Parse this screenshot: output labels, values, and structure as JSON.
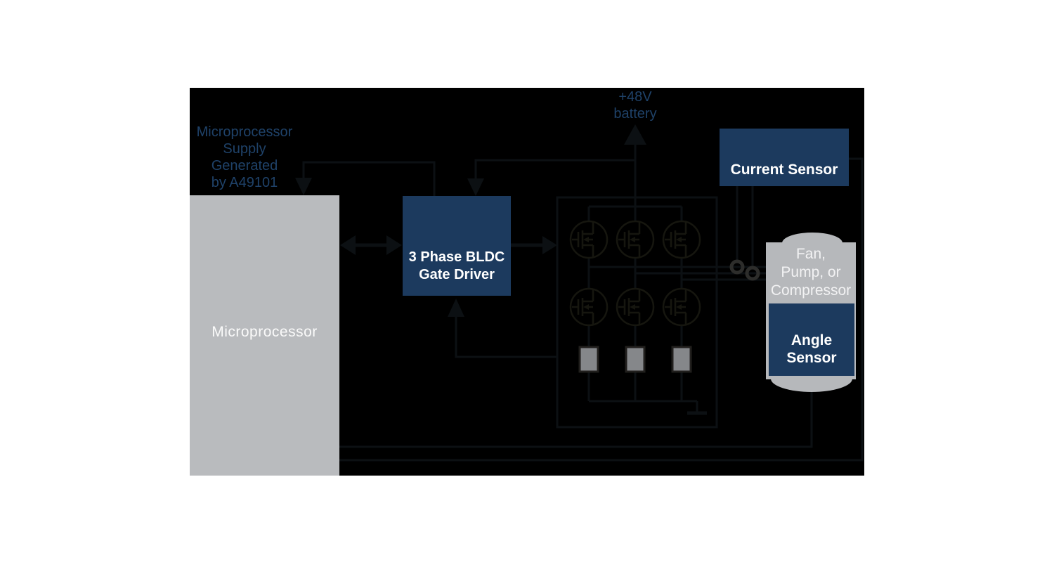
{
  "labels": {
    "supply_note": {
      "lines": [
        "Microprocessor",
        "Supply",
        "Generated",
        "by A49101"
      ]
    },
    "battery": {
      "lines": [
        "+48V",
        "battery"
      ]
    }
  },
  "blocks": {
    "microprocessor": {
      "label": "Microprocessor"
    },
    "gate_driver": {
      "lines": [
        "3 Phase BLDC",
        "Gate Driver"
      ]
    },
    "current_sensor": {
      "label": "Current Sensor"
    },
    "motor": {
      "lines": [
        "Fan,",
        "Pump, or",
        "Compressor"
      ]
    },
    "angle_sensor": {
      "lines": [
        "Angle",
        "Sensor"
      ]
    }
  },
  "icons": [
    "mosfet-icon",
    "ground-icon",
    "connector-ring-icon",
    "arrow-down-icon",
    "arrow-up-icon",
    "arrow-left-right-icon",
    "arrow-right-icon"
  ],
  "colors": {
    "canvas": "#000000",
    "navy": "#1c3a5e",
    "blue_text": "#1f4269",
    "gray": "#b9bbbe",
    "motor_gray": "#b6b8bb",
    "wire": "#0c1013",
    "mosfet_stroke": "#16160f",
    "ring": "#2d2d2b",
    "shunt_fill": "#85878a",
    "shunt_border": "#211f1d",
    "white_text": "#ffffff"
  }
}
